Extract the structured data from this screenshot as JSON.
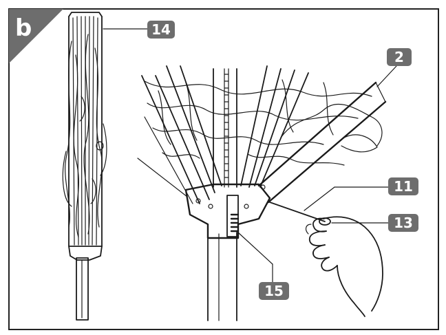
{
  "panel": {
    "label": "b",
    "badge_color": "#6d6d6d",
    "frame_color": "#222222"
  },
  "callouts": [
    {
      "id": "c14",
      "label": "14"
    },
    {
      "id": "c2",
      "label": "2"
    },
    {
      "id": "c11",
      "label": "11"
    },
    {
      "id": "c13",
      "label": "13"
    },
    {
      "id": "c15",
      "label": "15"
    }
  ],
  "callout_color": "#6d6d6d"
}
